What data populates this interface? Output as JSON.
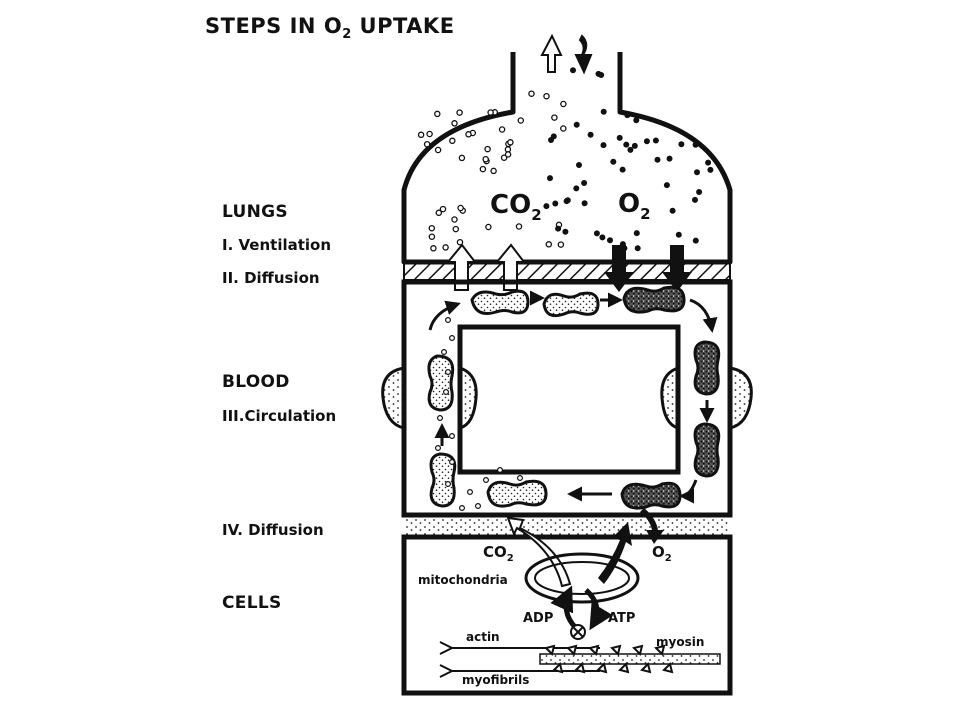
{
  "title": {
    "main": "STEPS IN O",
    "sub": "2",
    "rest": " UPTAKE"
  },
  "sections": {
    "lungs": "LUNGS",
    "blood": "BLOOD",
    "cells": "CELLS"
  },
  "steps": {
    "ventilation": "I. Ventilation",
    "diffusion_lung": "II. Diffusion",
    "circulation": "III.Circulation",
    "diffusion_tissue": "IV. Diffusion"
  },
  "lung_gases": {
    "co2": "CO",
    "co2_sub": "2",
    "o2": "O",
    "o2_sub": "2"
  },
  "cell_labels": {
    "co2": "CO",
    "co2_sub": "2",
    "o2": "O",
    "o2_sub": "2",
    "mitochondria": "mitochondria",
    "adp": "ADP",
    "atp": "ATP",
    "actin": "actin",
    "myosin": "myosin",
    "myofibrils": "myofibrils"
  }
}
